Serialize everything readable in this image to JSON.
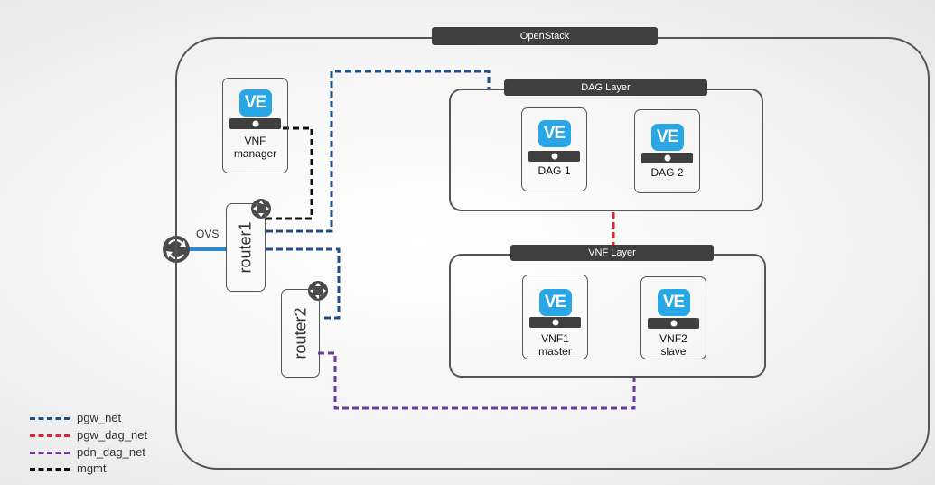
{
  "openstack": {
    "label": "OpenStack"
  },
  "dag_layer": {
    "label": "DAG Layer",
    "nodes": [
      {
        "label": "DAG 1"
      },
      {
        "label": "DAG 2"
      }
    ]
  },
  "vnf_layer": {
    "label": "VNF Layer",
    "nodes": [
      {
        "label": "VNF1\nmaster"
      },
      {
        "label": "VNF2\nslave"
      }
    ]
  },
  "vnf_manager": {
    "label": "VNF\nmanager"
  },
  "routers": [
    {
      "label": "router1"
    },
    {
      "label": "router2"
    }
  ],
  "ovs": {
    "label": "OVS"
  },
  "badge": {
    "label": "VE"
  },
  "legend": [
    {
      "label": "pgw_net",
      "color": "#1f4e8c"
    },
    {
      "label": "pgw_dag_net",
      "color": "#e8202a"
    },
    {
      "label": "pdn_dag_net",
      "color": "#6a3a9c"
    },
    {
      "label": "mgmt",
      "color": "#111111"
    }
  ],
  "colors": {
    "ovs_link": "#2a86d0",
    "ve_badge": "#29a6e6"
  }
}
